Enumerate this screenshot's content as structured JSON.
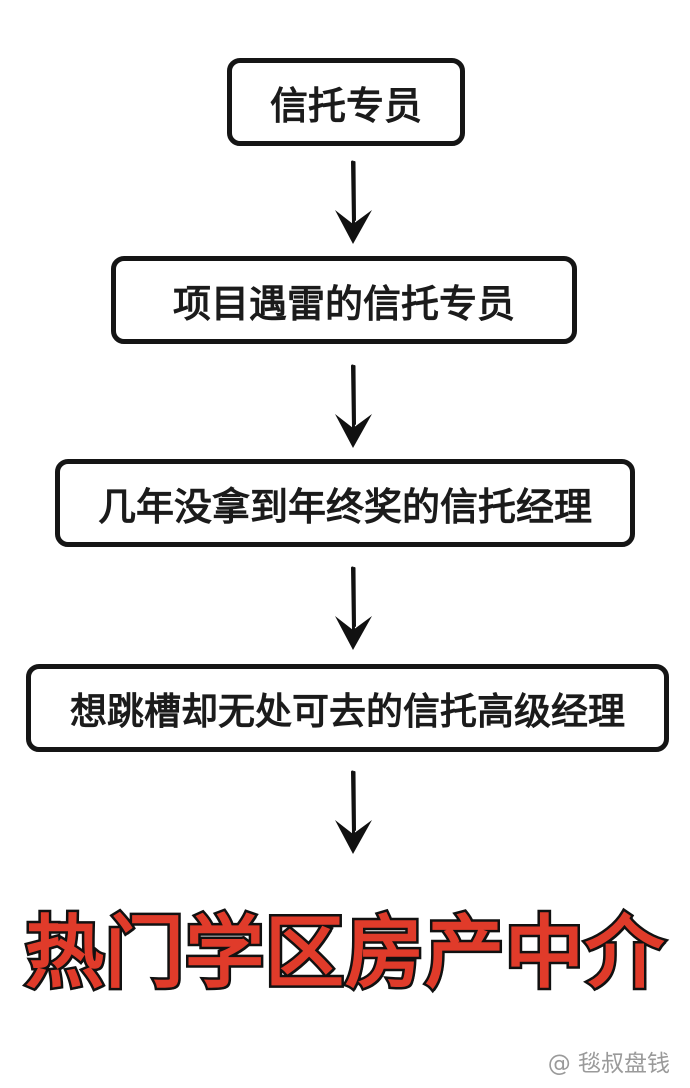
{
  "flowchart": {
    "steps": [
      {
        "label": "信托专员"
      },
      {
        "label": "项目遇雷的信托专员"
      },
      {
        "label": "几年没拿到年终奖的信托经理"
      },
      {
        "label": "想跳槽却无处可去的信托高级经理"
      }
    ],
    "result": "热门学区房产中介",
    "colors": {
      "box_border": "#151515",
      "text": "#1b1b1b",
      "result_fill": "#e03b2a",
      "result_outline": "#111111",
      "arrow": "#111111"
    }
  },
  "watermark": {
    "at_symbol": "@",
    "author": "毯叔盘钱"
  }
}
